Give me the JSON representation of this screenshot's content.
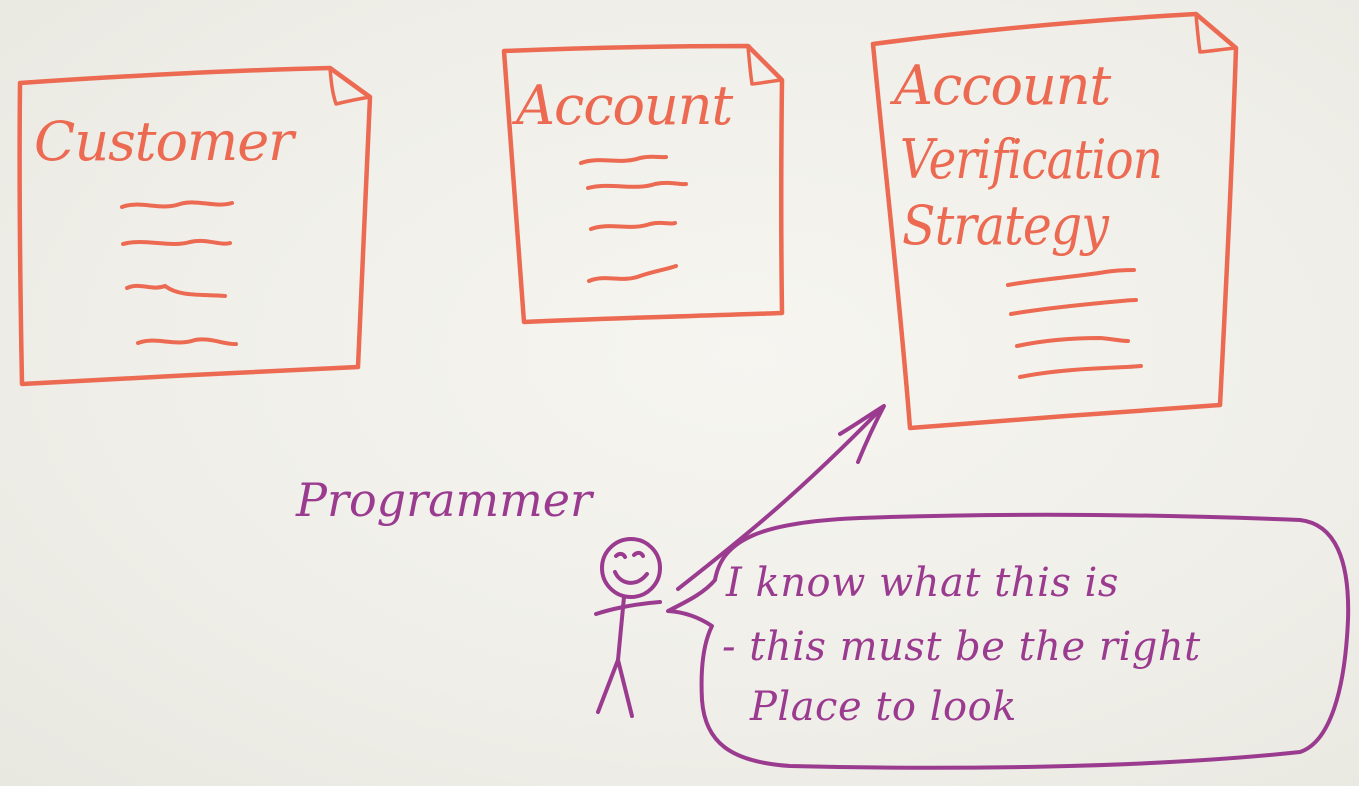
{
  "colors": {
    "card_ink": "#ec6a52",
    "person_ink": "#9a3b8f",
    "whiteboard": "#f1f0ea"
  },
  "cards": [
    {
      "title_lines": [
        "Customer"
      ],
      "attribute_line_count": 4
    },
    {
      "title_lines": [
        "Account"
      ],
      "attribute_line_count": 4
    },
    {
      "title_lines": [
        "Account",
        "Verification",
        "Strategy"
      ],
      "attribute_line_count": 4
    }
  ],
  "actor": {
    "label": "Programmer",
    "icon": "stick-figure-icon"
  },
  "speech_bubble": {
    "lines": [
      "I know what this is",
      "- this must be the right",
      "Place to look"
    ]
  },
  "arrow": {
    "from": "Programmer",
    "to": "Account Verification Strategy"
  }
}
